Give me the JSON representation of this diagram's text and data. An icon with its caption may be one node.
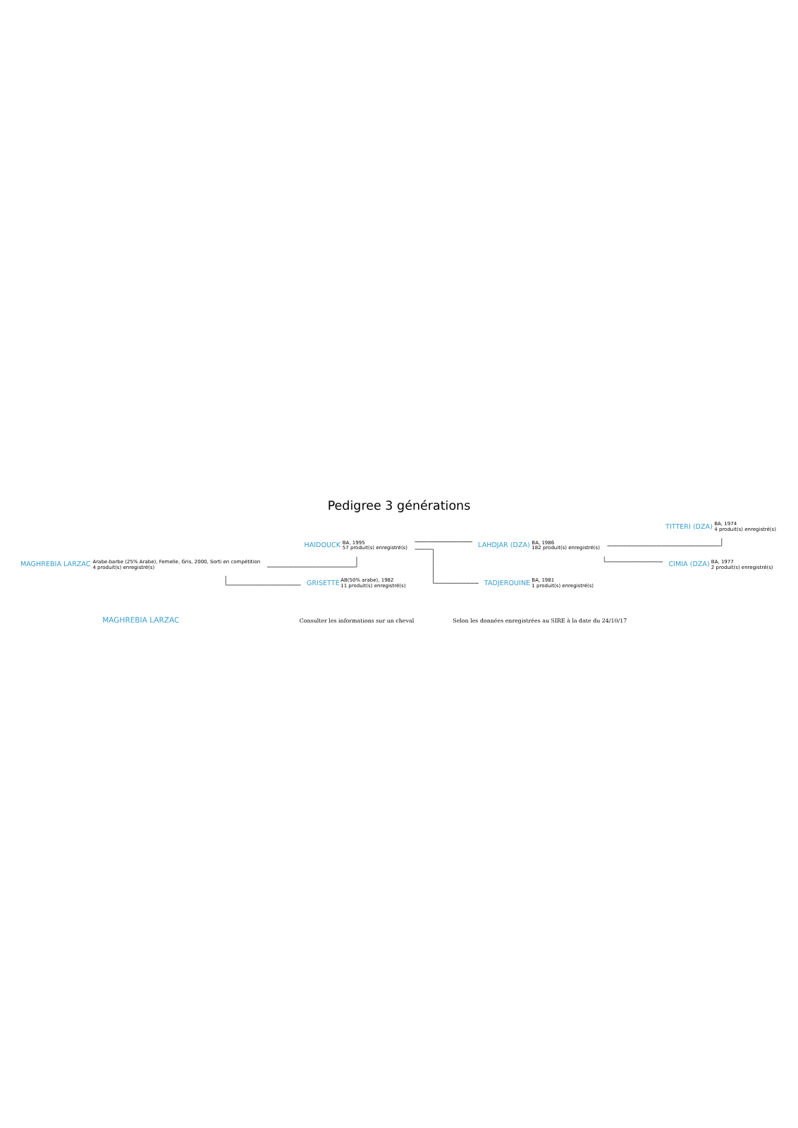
{
  "diagram": {
    "title": "Pedigree 3 générations",
    "nodes": [
      {
        "text": [
          "TITTERI (DZA)"
        ],
        "beside": [
          "BA, 1974",
          "4 produit(s) enregistré(s)"
        ]
      },
      {
        "text": [
          "LAHDJAR (DZA)"
        ],
        "beside": [
          "BA, 1986",
          "182 produit(s) enregistré(s)"
        ]
      },
      {
        "text": [
          "CIMIA (DZA)"
        ],
        "beside": [
          "BA, 1977",
          "2 produit(s) enregistré(s)"
        ]
      },
      {
        "text": [
          "HAIDOUCK"
        ],
        "beside": [
          "BA, 1995",
          "57 produit(s) enregistré(s)"
        ]
      },
      {
        "text": [
          "TADJEROUINE"
        ],
        "beside": [
          "BA, 1981",
          "1 produit(s) enregistré(s)"
        ]
      },
      {
        "text": [
          "MAGHREBIA LARZAC"
        ],
        "beside": [
          "Arabe-barbe (25% Arabe), Femelle, Gris, 2000, Sorti en compétition",
          "4 produit(s) enregistré(s)"
        ]
      },
      {
        "text": [
          "GRISETTE"
        ],
        "beside": [
          "AB(50% arabe), 1982",
          "11 produit(s) enregistré(s)"
        ]
      }
    ],
    "edges": [
      {
        "from": 5,
        "to": 3,
        "arrow": "none"
      },
      {
        "from": 5,
        "to": 6,
        "arrow": "none"
      },
      {
        "from": 3,
        "to": 1,
        "arrow": "none"
      },
      {
        "from": 3,
        "to": 4,
        "arrow": "none"
      },
      {
        "from": 1,
        "to": 0,
        "arrow": "none"
      },
      {
        "from": 1,
        "to": 2,
        "arrow": "none"
      }
    ],
    "labels": [
      "MAGHREBIA LARZAC",
      "Consulter les informations sur un cheval",
      "Selon les données enregistrées au SIRE à la date du 24/10/17"
    ]
  }
}
